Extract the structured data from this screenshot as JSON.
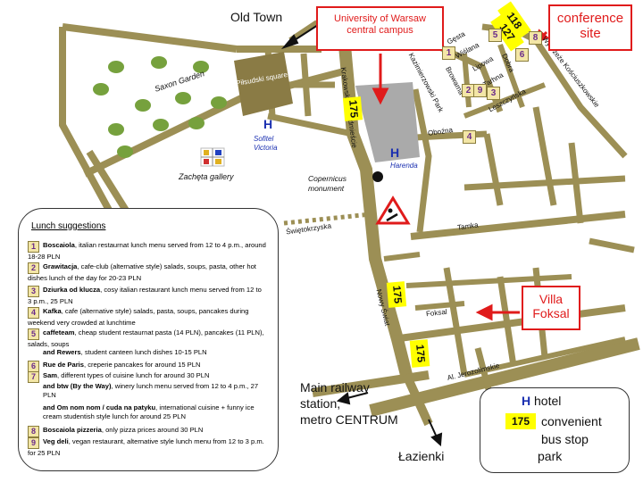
{
  "places": {
    "old_town": "Old Town",
    "saxon_garden": "Saxon Garden",
    "pilsudski_square": "Piłsudski square",
    "zacheta": "Zachęta gallery",
    "copernicus": "Copernicus monument",
    "railway": "Main railway station, metro CENTRUM",
    "railway_l1": "Main railway",
    "railway_l2": "station,",
    "railway_l3": "metro CENTRUM",
    "lazienki": "Łazienki"
  },
  "streets": {
    "krakowskie": "Krakowskie Przedmieście",
    "kazimierzowski": "Kazimierzowski Park",
    "gesta": "Gęsta",
    "wislana": "Wiślana",
    "browarna": "Browarna",
    "lipowa": "Lipowa",
    "dobra": "Dobra",
    "tarhna": "Tarhna",
    "leszczynska": "Leszczyńska",
    "wybrzeze": "Wybrzeże Kościuszkowskie",
    "obozna": "Oboźna",
    "swietokrzyska": "Świętokrzyska",
    "tamka": "Tamka",
    "nowy_swiat": "Nowy Świat",
    "foksal": "Foksal",
    "jerozolimskie": "Al. Jerozolimskie"
  },
  "callouts": {
    "university": "University of Warsaw central campus",
    "university_l1": "University of Warsaw",
    "university_l2": "central campus",
    "conference": "conference site",
    "conference_l1": "conference",
    "conference_l2": "site",
    "villa": "Villa Foksal",
    "villa_l1": "Villa",
    "villa_l2": "Foksal"
  },
  "hotels": [
    {
      "symbol": "H",
      "name": "Sofitel Victoria",
      "name_l1": "Sofitel",
      "name_l2": "Victoria"
    },
    {
      "symbol": "H",
      "name": "Harenda"
    }
  ],
  "bus_stops": [
    "175",
    "175",
    "175",
    "118",
    "127"
  ],
  "pins": [
    "1",
    "2",
    "3",
    "4",
    "5",
    "6",
    "8",
    "9"
  ],
  "lunch": {
    "title": "Lunch suggestions",
    "items": [
      {
        "num": "1",
        "name": "Boscaiola",
        "text": ", italian restaurnat lunch menu served from 12 to 4 p.m., around 18-28 PLN"
      },
      {
        "num": "2",
        "name": "Grawitacja",
        "text": ", cafe-club (alternative style) salads, soups, pasta, other hot dishes lunch of the day for 20-23 PLN"
      },
      {
        "num": "3",
        "name": "Dziurka od klucza",
        "text": ", cosy italian restaurant lunch menu served from 12 to 3 p.m., 25 PLN"
      },
      {
        "num": "4",
        "name": "Kafka",
        "text": ", cafe (alternative style) salads, pasta, soups, pancakes during weekend very crowded at lunchtime"
      },
      {
        "num": "5",
        "name": "caffeteam",
        "text": ", cheap student restaurnat pasta (14 PLN), pancakes (11 PLN), salads, soups"
      },
      {
        "num": "",
        "name": "and Rewers",
        "text": ", student canteen lunch dishes 10-15 PLN"
      },
      {
        "num": "6",
        "name": "Rue de Paris",
        "text": ", creperie pancakes for around 15 PLN"
      },
      {
        "num": "7",
        "name": "Sam",
        "text": ", different types of cuisine lunch for around 30 PLN"
      },
      {
        "num": "",
        "name": "and btw (By the Way)",
        "text": ", winery lunch menu served from 12 to 4 p.m., 27 PLN"
      },
      {
        "num": "",
        "name": "and Om nom nom / cuda na patyku",
        "text": ", international cuisine + funny ice cream studentish style lunch for around 25 PLN"
      },
      {
        "num": "8",
        "name": "Boscaiola pizzeria",
        "text": ", only pizza prices around 30 PLN"
      },
      {
        "num": "9",
        "name": "Veg deli",
        "text": ", vegan restaurant, alternative style lunch menu from 12 to 3 p.m. for 25 PLN"
      }
    ]
  },
  "legend": {
    "hotel_symbol": "H",
    "hotel": "hotel",
    "bus_sample": "175",
    "bus": "convenient bus stop",
    "bus_l1": "convenient",
    "bus_l2": "bus stop",
    "park": "park"
  },
  "colors": {
    "road": "#9c8f55",
    "square": "#8a7b45",
    "campus": "#aaaaaa",
    "park": "#76a13d",
    "callout": "#e01b1b",
    "hotel": "#1a2fb0",
    "bus": "#ffff00",
    "pin": "#f3e6a6"
  }
}
